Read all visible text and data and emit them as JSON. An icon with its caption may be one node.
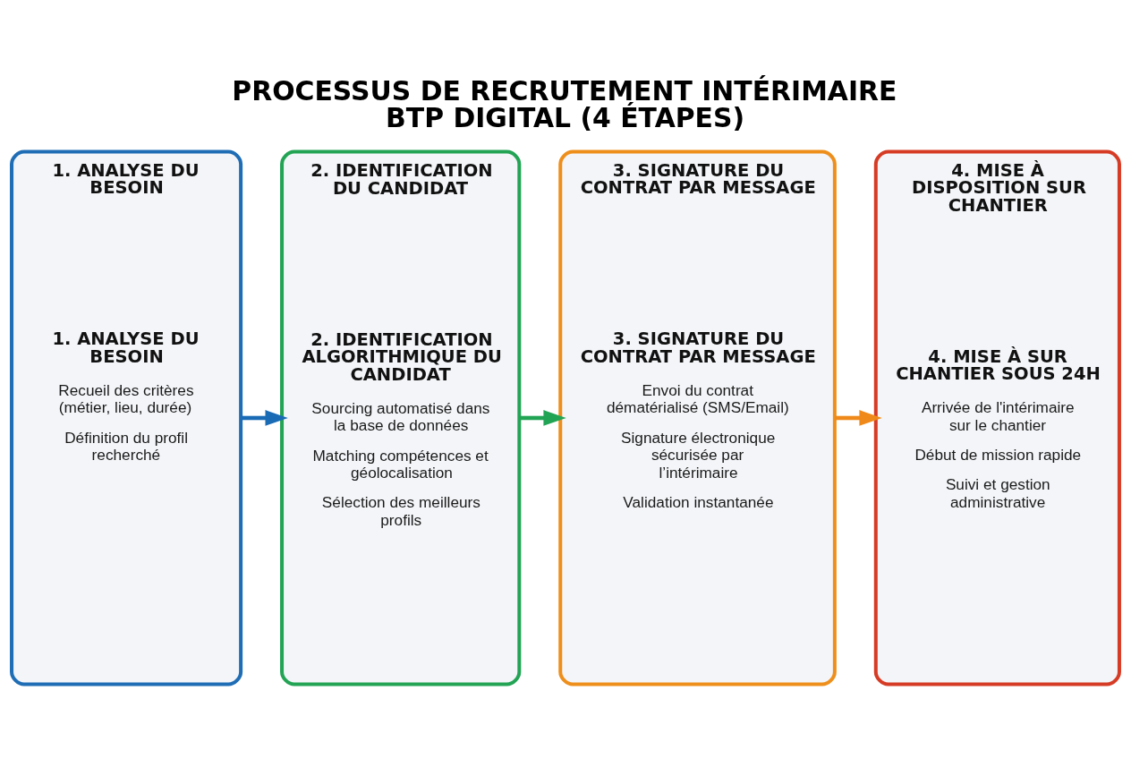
{
  "diagram": {
    "title": "PROCESSUS DE RECRUTEMENT INTÉRIMAIRE BTP DIGITAL (4 ÉTAPES)",
    "nodes": [
      {
        "text": [
          "1. ANALYSE DU BESOIN",
          "1. ANALYSE DU BESOIN",
          "Recueil des critères (métier, lieu, durée)",
          "Définition du profil recherché"
        ]
      },
      {
        "text": [
          "2. IDENTIFICATION DU CANDIDAT",
          "2. IDENTIFICATION ALGORITHMIQUE DU CANDIDAT",
          "Sourcing automatisé dans la base de données",
          "Matching compétences et géolocalisation",
          "Sélection des meilleurs profils"
        ]
      },
      {
        "text": [
          "3. SIGNATURE DU CONTRAT PAR MESSAGE",
          "3. SIGNATURE DU CONTRAT PAR MESSAGE",
          "Envoi du contrat dématérialisé (SMS/Email)",
          "Signature électronique sécurisée par l’intérimaire",
          "Validation instantanée"
        ]
      },
      {
        "text": [
          "4. MISE À DISPOSITION SUR CHANTIER",
          "4. MISE À SUR CHANTIER SOUS 24H",
          "Arrivée de l'intérimaire sur le chantier",
          "Début de mission rapide",
          "Suivi et gestion administrative"
        ]
      }
    ],
    "edges": [
      {
        "from": 0,
        "to": 1,
        "arrow": "to",
        "color": "#1a6bb5"
      },
      {
        "from": 1,
        "to": 2,
        "arrow": "to",
        "color": "#22a455"
      },
      {
        "from": 2,
        "to": 3,
        "arrow": "to",
        "color": "#ef8a1a"
      }
    ]
  }
}
